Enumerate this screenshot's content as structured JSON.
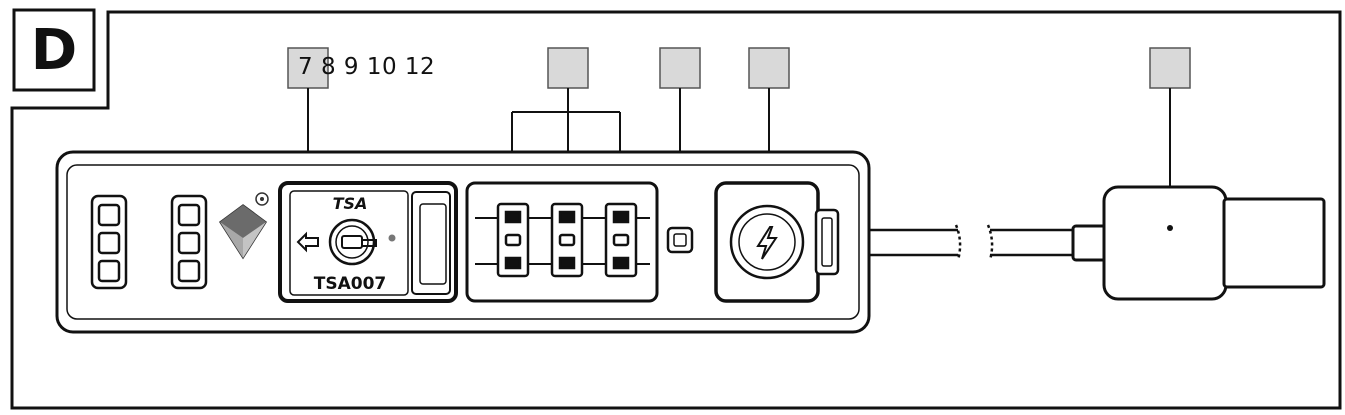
{
  "section_letter": "D",
  "callout_numbers": "7 8 9 10 12",
  "lock": {
    "brand": "TSA",
    "model": "TSA007"
  },
  "colors": {
    "line": "#111111",
    "callout_box_fill": "#d9d9d9",
    "diamond_dark": "#6b6b6b",
    "diamond_light": "#a8a8a8"
  },
  "icons": [
    "tsa-diamond-icon",
    "keyhole-icon",
    "lightning-icon",
    "light-indicator-icon"
  ]
}
